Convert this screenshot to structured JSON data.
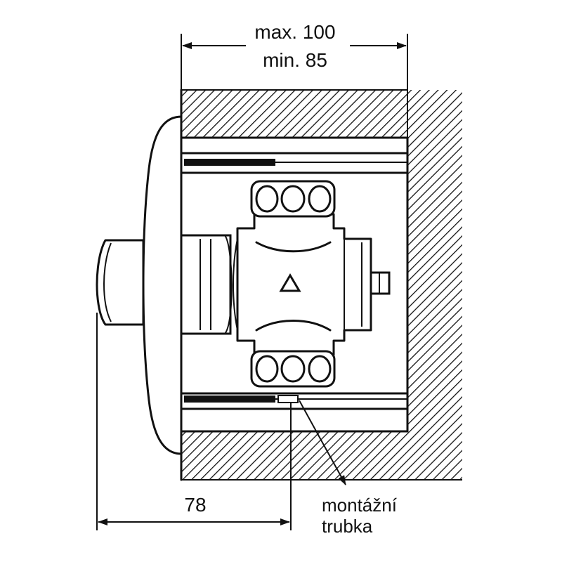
{
  "dimensions": {
    "max_label": "max. 100",
    "min_label": "min. 85",
    "depth_label": "78"
  },
  "callout": {
    "line1": "montážní",
    "line2": "trubka"
  },
  "icons": {
    "flow_marker": "triangle-icon"
  }
}
